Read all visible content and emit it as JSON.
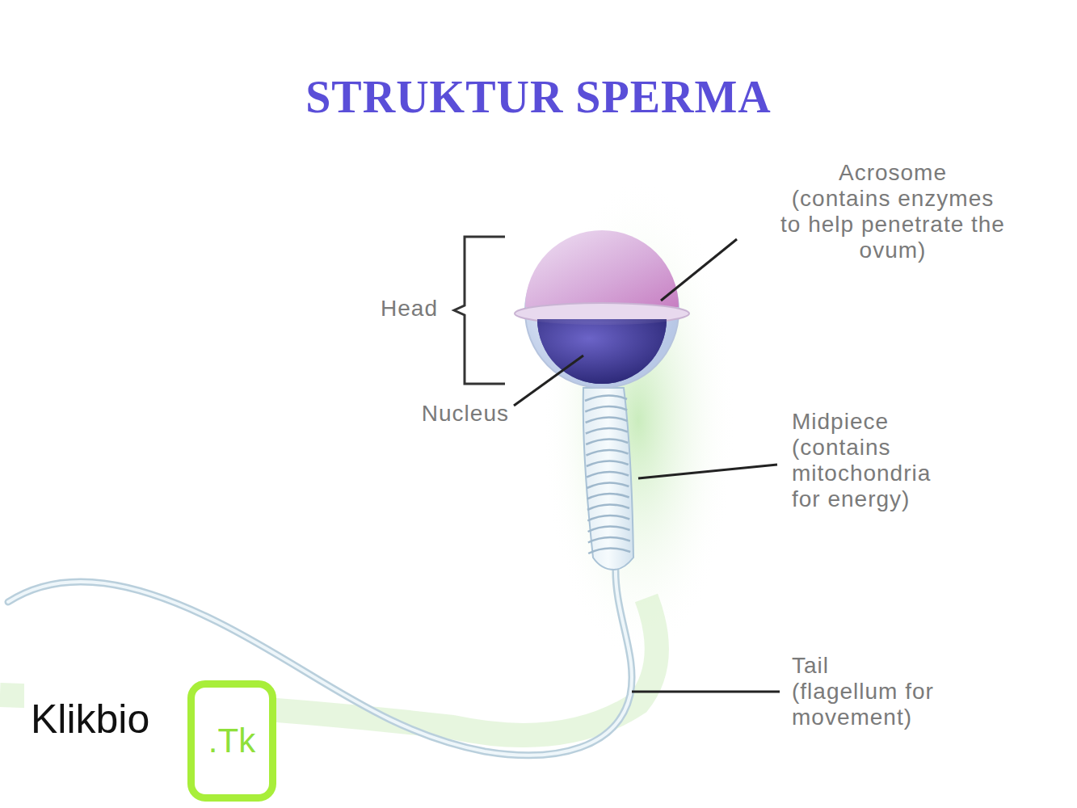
{
  "diagram": {
    "title": "STRUKTUR SPERMA",
    "nodes": [
      {
        "text": [
          ".Tk"
        ]
      }
    ],
    "labels": [
      "Acrosome",
      "(contains enzymes to help penetrate the ovum)",
      "Head",
      "Nucleus",
      "Midpiece",
      "(contains mitochondria for energy)",
      "Tail",
      "(flagellum for movement)",
      "Klikbio"
    ]
  }
}
